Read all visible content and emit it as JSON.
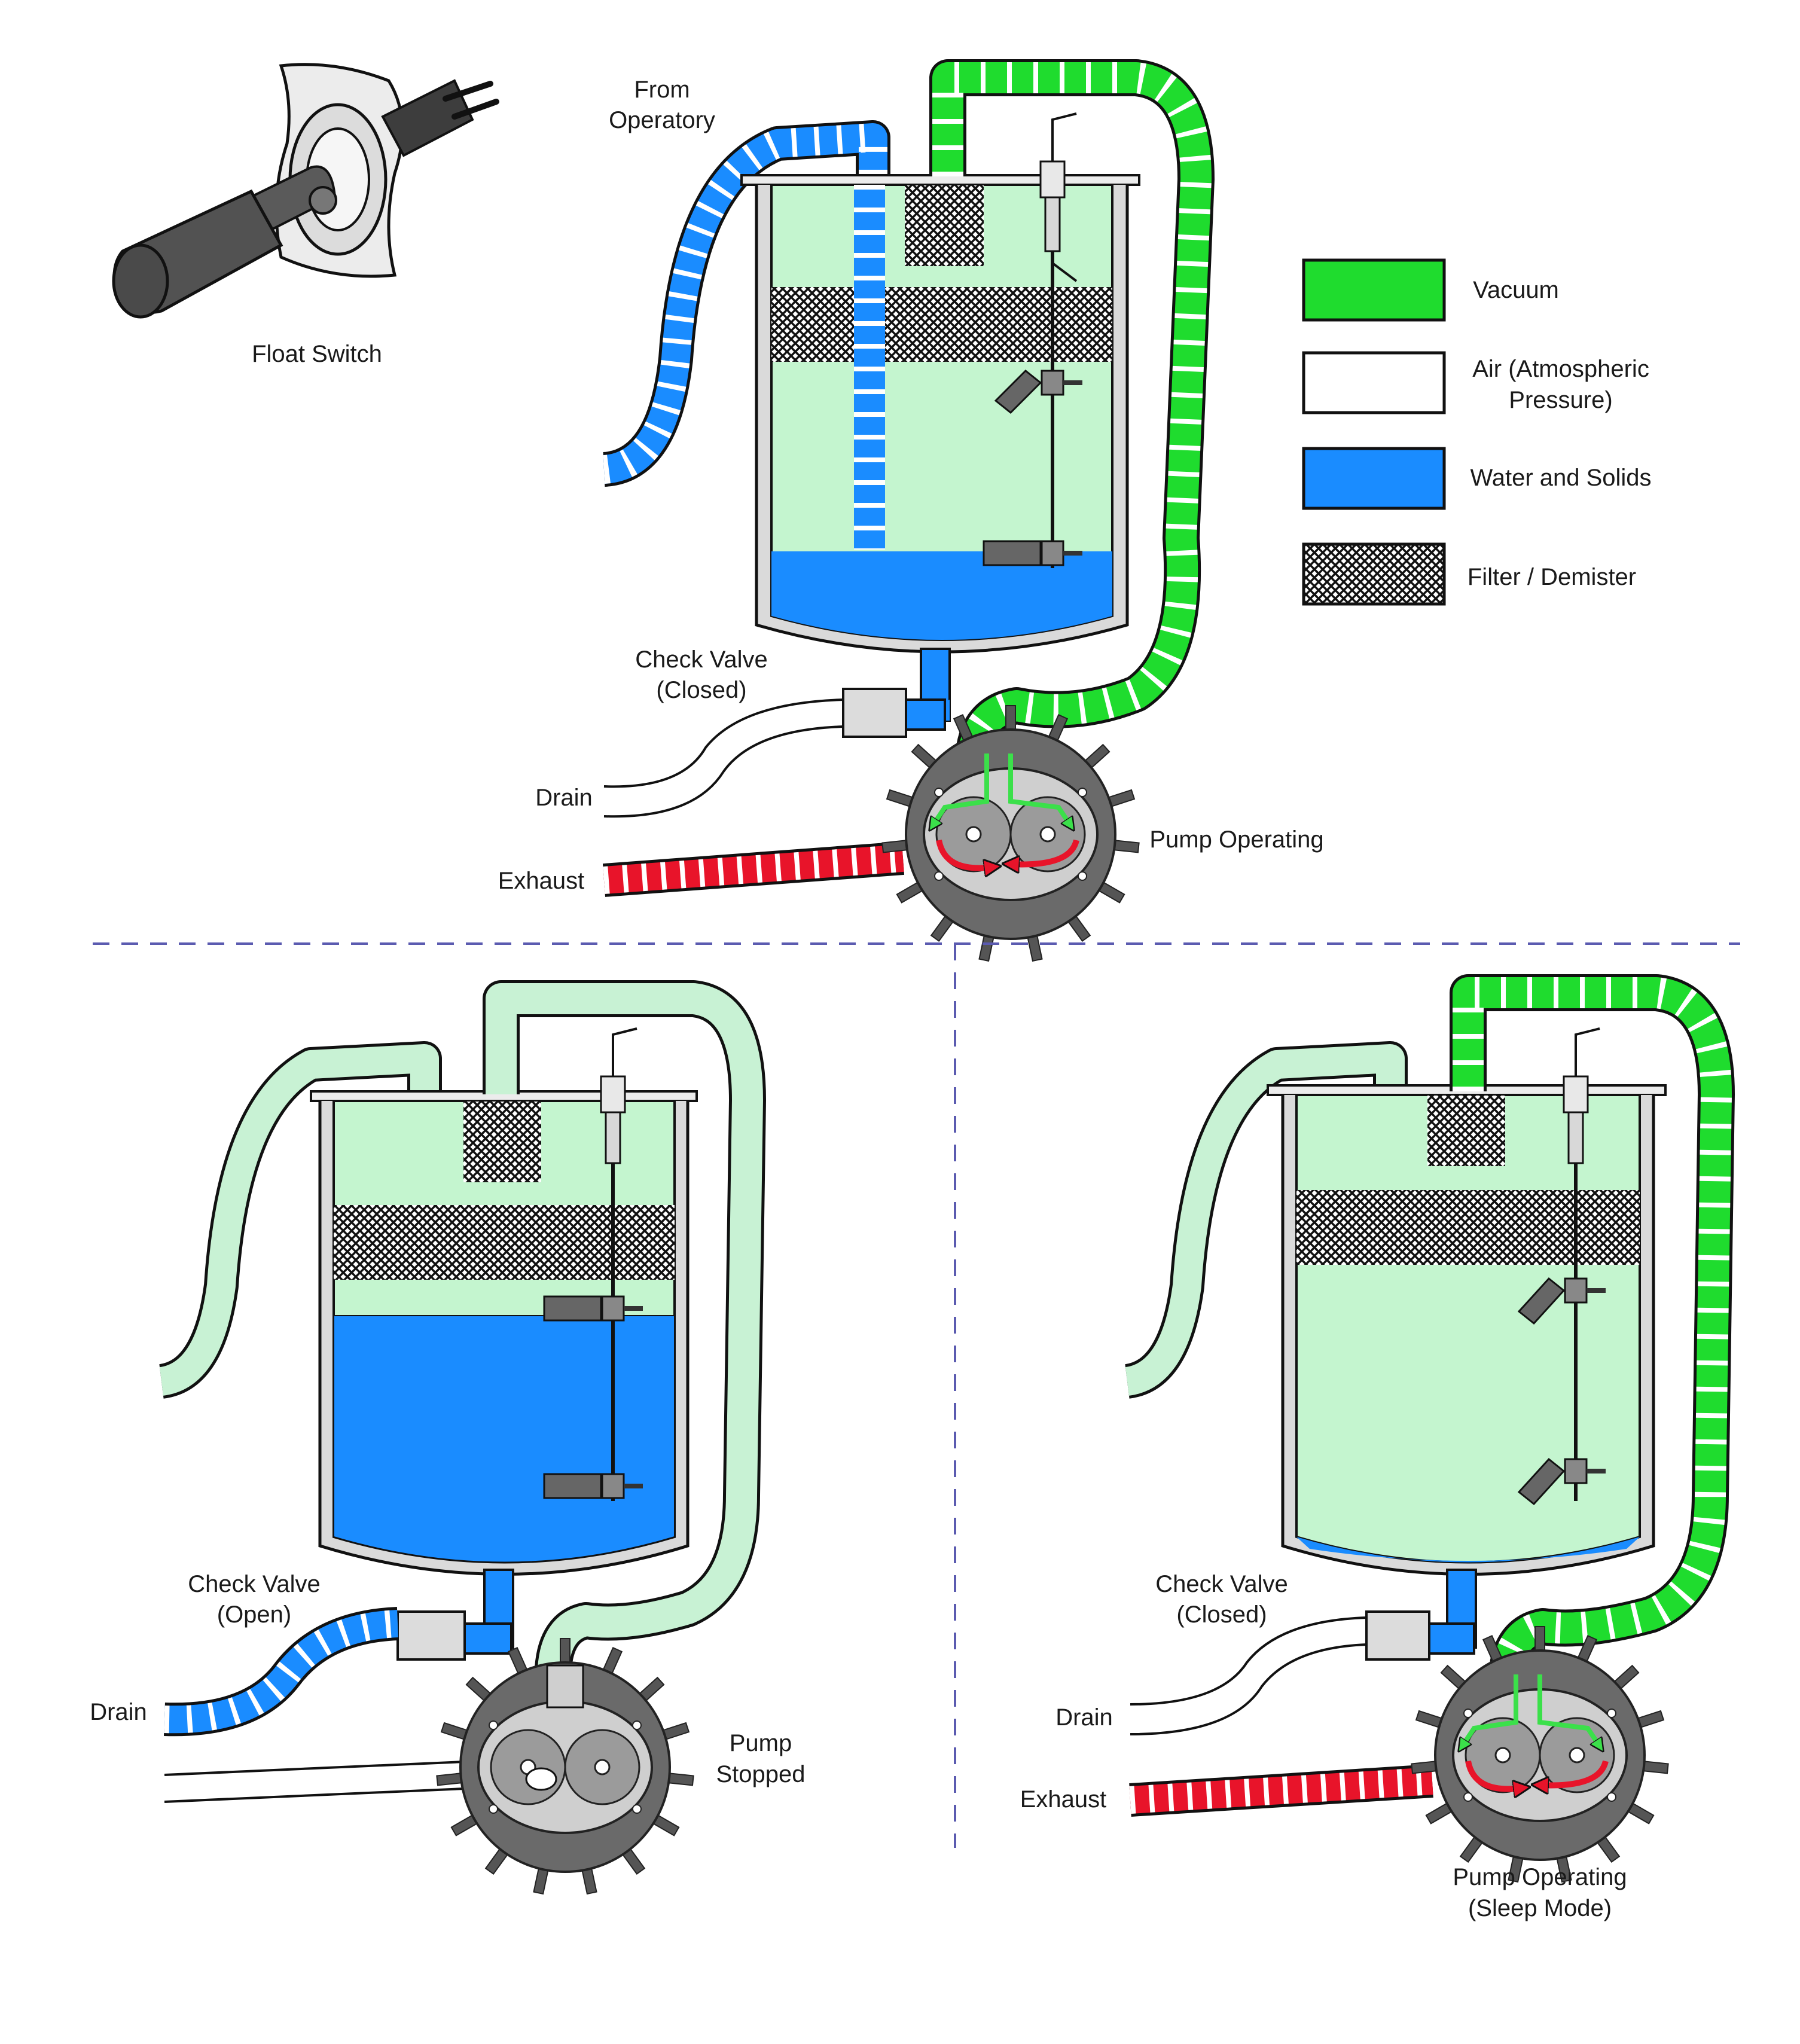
{
  "labels": {
    "float_switch": "Float Switch",
    "from_operatory_1": "From",
    "from_operatory_2": "Operatory",
    "check_valve_closed_1": "Check Valve",
    "check_valve_closed_2": "(Closed)",
    "drain": "Drain",
    "exhaust": "Exhaust",
    "pump_operating": "Pump Operating",
    "check_valve_open_1": "Check Valve",
    "check_valve_open_2": "(Open)",
    "pump_stopped_1": "Pump",
    "pump_stopped_2": "Stopped",
    "pump_sleep_1": "Pump Operating",
    "pump_sleep_2": "(Sleep Mode)"
  },
  "legend": {
    "vacuum": "Vacuum",
    "air_1": "Air (Atmospheric",
    "air_2": "Pressure)",
    "water": "Water and Solids",
    "filter": "Filter / Demister"
  },
  "colors": {
    "vacuum": "#1fdc2e",
    "air": "#ffffff",
    "water": "#1a8cff",
    "exhaust": "#e8142a",
    "tank_fill": "#c4f5cf",
    "pipe_pale": "#c8f2d4",
    "divider": "#5b5bb0"
  }
}
